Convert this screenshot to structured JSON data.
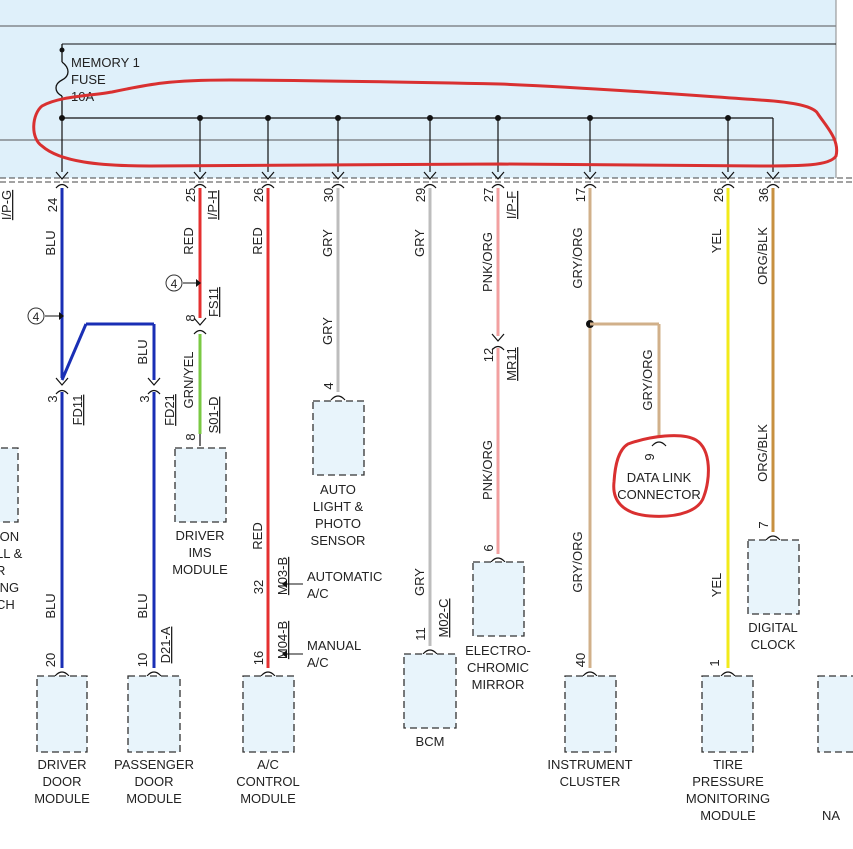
{
  "fuse": {
    "lines": [
      "MEMORY 1",
      "FUSE",
      "10A"
    ]
  },
  "colors": {
    "blue": "#1a2fb5",
    "red": "#e53030",
    "gray": "#bdbdbd",
    "pink": "#f2a0a0",
    "tan": "#d1b08a",
    "yellow": "#f2ea1a",
    "orange_black": "#c79040",
    "green": "#7ac943",
    "highlight": "#d93030",
    "panel": "#dff0fa"
  },
  "wires": {
    "w1": {
      "pin_top": "24",
      "conn_top": "I/P-G",
      "color1": "BLU",
      "color2": "BLU",
      "pin_mid": "3",
      "conn_mid": "FD11",
      "pin_bot": "20",
      "module": [
        "DRIVER",
        "DOOR",
        "MODULE"
      ]
    },
    "w2": {
      "color": "BLU",
      "pin_mid": "3",
      "conn_mid": "FD21",
      "color2": "BLU",
      "pin_bot": "10",
      "conn_bot": "D21-A",
      "module": [
        "PASSENGER",
        "DOOR",
        "MODULE"
      ]
    },
    "w3": {
      "pin_top": "25",
      "conn_top": "I/P-H",
      "color1": "RED",
      "pin_mid": "8",
      "conn_mid": "FS11",
      "color2": "GRN/YEL",
      "pin_bot": "8",
      "conn_bot": "S01-D",
      "module": [
        "DRIVER",
        "IMS",
        "MODULE"
      ]
    },
    "w4": {
      "pin_top": "26",
      "color1": "RED",
      "color2": "RED",
      "pin_mid": "32",
      "conn_mid": "M03-B",
      "opt_mid": [
        "AUTOMATIC",
        "A/C"
      ],
      "pin_bot": "16",
      "conn_bot": "M04-B",
      "opt_bot": [
        "MANUAL",
        "A/C"
      ],
      "module": [
        "A/C",
        "CONTROL",
        "MODULE"
      ]
    },
    "w5": {
      "pin_top": "30",
      "color1": "GRY",
      "color2": "GRY",
      "pin_bot": "4",
      "module": [
        "AUTO",
        "LIGHT &",
        "PHOTO",
        "SENSOR"
      ]
    },
    "w6": {
      "pin_top": "29",
      "color1": "GRY",
      "color2": "GRY",
      "pin_bot": "11",
      "conn_bot": "M02-C",
      "module": [
        "BCM"
      ]
    },
    "w7": {
      "pin_top": "27",
      "conn_top": "I/P-F",
      "color1": "PNK/ORG",
      "pin_mid": "12",
      "conn_mid": "MR11",
      "color2": "PNK/ORG",
      "pin_bot": "6",
      "module": [
        "ELECTRO-",
        "CHROMIC",
        "MIRROR"
      ]
    },
    "w8": {
      "pin_top": "17",
      "color1": "GRY/ORG",
      "color2": "GRY/ORG",
      "pin_bot": "40",
      "module": [
        "INSTRUMENT",
        "CLUSTER"
      ]
    },
    "w8b": {
      "color": "GRY/ORG",
      "pin_bot": "9",
      "module": [
        "DATA LINK",
        "CONNECTOR"
      ]
    },
    "w9": {
      "pin_top": "26",
      "color1": "YEL",
      "color2": "YEL",
      "pin_bot": "1",
      "module": [
        "TIRE",
        "PRESSURE",
        "MONITORING",
        "MODULE"
      ]
    },
    "w10": {
      "pin_top": "36",
      "color1": "ORG/BLK",
      "color2": "ORG/BLK",
      "pin_bot": "7",
      "module": [
        "DIGITAL",
        "CLOCK"
      ]
    }
  },
  "callout": "4",
  "partial_left": [
    "ION",
    "LL &",
    "R",
    "ING",
    "CH"
  ],
  "partial_right": "NA"
}
